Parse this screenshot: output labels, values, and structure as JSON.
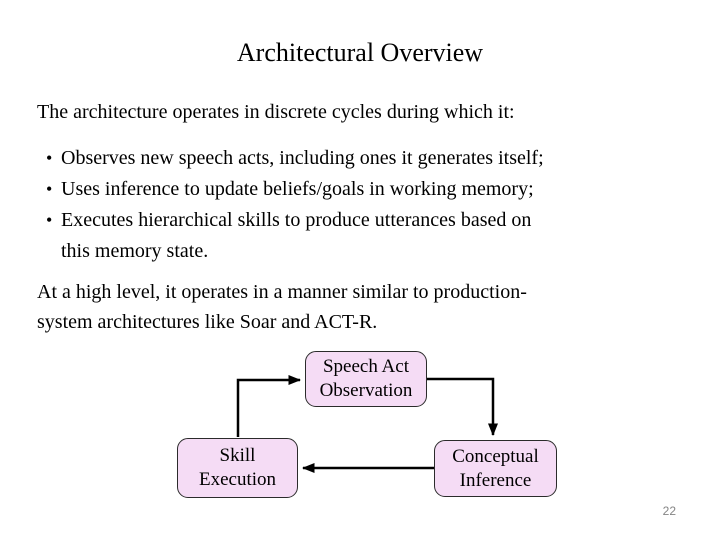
{
  "slide": {
    "title": "Architectural Overview",
    "intro": "The architecture operates in discrete cycles during which it:",
    "bullet_glyph": "•",
    "bullets": [
      "Observes new speech acts, including ones it generates itself;",
      "Uses inference to update beliefs/goals in working memory;",
      "Executes hierarchical skills to produce utterances based on\nthis memory state."
    ],
    "paragraph": "At a high level, it operates in a manner similar to production-\nsystem architectures like Soar and ACT-R.",
    "page_number": "22"
  },
  "diagram": {
    "type": "cycle",
    "nodes": [
      {
        "id": "speech-act-observation",
        "label": "Speech Act\nObservation"
      },
      {
        "id": "skill-execution",
        "label": "Skill\nExecution"
      },
      {
        "id": "conceptual-inference",
        "label": "Conceptual\nInference"
      }
    ],
    "edges": [
      {
        "from": "skill-execution",
        "to": "speech-act-observation"
      },
      {
        "from": "speech-act-observation",
        "to": "conceptual-inference"
      },
      {
        "from": "conceptual-inference",
        "to": "skill-execution"
      }
    ],
    "colors": {
      "node_fill": "#F5DCF5",
      "node_border": "#2b2b2b",
      "arrow": "#000000"
    }
  }
}
